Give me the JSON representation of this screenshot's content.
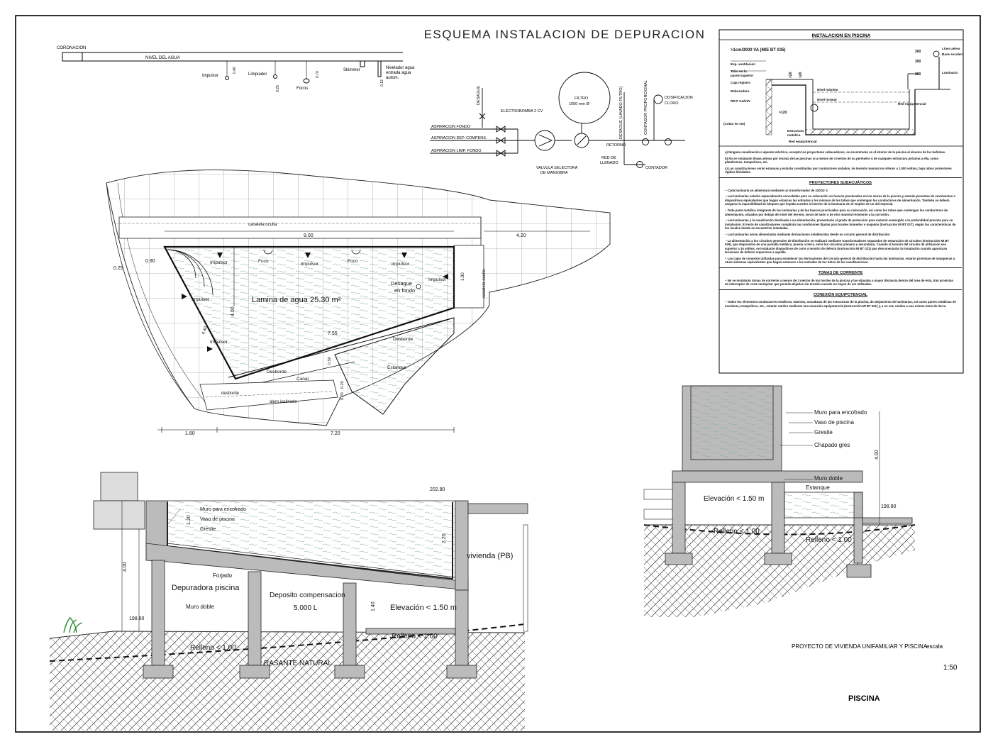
{
  "title": "ESQUEMA INSTALACION DE DEPURACION",
  "levels": {
    "coronacion": "CORONACION",
    "nivel_agua": "NIVEL DEL AGUA",
    "impulsor": "Impulsor",
    "limpiador": "Limpiador",
    "focos": "Focos",
    "skimmer": "Skimmer",
    "nivelador": [
      "Nivelador agua",
      "entrada agua",
      "autom."
    ],
    "dims": [
      "0.40",
      "0.25",
      "0.70",
      "0.12"
    ]
  },
  "schematic": {
    "desague": "DESAGUE",
    "electrobomba": "ELECTROBOMBA 2 CV",
    "aspiracion_fondo": "ASPIRACION FONDO",
    "aspiracion_dep": "ASPIRACION DEP. COMPENS.",
    "aspiracion_limp": "ASPIRACION LIMP. FONDO",
    "valvula": [
      "VALVULA SELECTORA",
      "DE MANIOBRA"
    ],
    "filtro": [
      "FILTRO",
      "1050 mm Ø"
    ],
    "desague_lavado": "DESAGUE (LAVADO FILTRO)",
    "contador_prop": "CONTADOR PROPORCIONAL",
    "dosificacion": [
      "DOSIFICACION",
      "CLORO"
    ],
    "retorno": "RETORNO",
    "red_llenado": [
      "RED DE",
      "LLENADO"
    ],
    "contador": "CONTADOR"
  },
  "plan": {
    "canaleta": "canaleta oculta",
    "canaleta_v": "canaleta oculta",
    "lamina": "Lamina de agua  25.30 m²",
    "desague_fondo": [
      "Desague",
      "en fondo"
    ],
    "impulsor": "Impulsor",
    "foco": "Foco",
    "desborde": "Desborde",
    "canal": "Canal",
    "estanque": "Estanque",
    "desborde_lat": "desborde",
    "alero": "alero inclinado",
    "dims": [
      "9.00",
      "4.20",
      "0.25",
      "0.90",
      "4.00",
      "4.40",
      "7.55",
      "1.80",
      "7.20",
      "1.80",
      "0.50",
      "0.20",
      "0.20"
    ]
  },
  "install": {
    "header": "INSTALACION EN PISCINA",
    "spec": ">1cm/3000 VA (MIE   BT 035)",
    "labels": [
      "Muro para encofrado",
      "Vaso de piscina",
      "Gresite",
      "Chapado gres"
    ],
    "left_labels": [
      "Esp. ventilacion",
      "Tubo en la",
      "pared superior",
      "Caja registro",
      "Rebosadero",
      "RR-F 0.6/1kV",
      "(Cotas en cm)"
    ],
    "right_labels": [
      "Linea aérea",
      "Base escalera",
      "Luminaria"
    ],
    "bottom_labels": [
      "Estructura",
      "metálica",
      "Red equipotencial"
    ],
    "mid_labels": [
      "Nivel máximo",
      "Nivel normal",
      "Red equipotencial"
    ],
    "dims": [
      "300",
      "300",
      "300",
      ">20",
      ">20",
      ">120"
    ]
  },
  "notes": {
    "general": [
      "a) Ninguna canalización o aparato eléctrico, excepto los proyectores subacuáticos, se encontrarán en el interior de la piscina al alcance de los bañistas.",
      "b) No se instalarán líneas aéreas por encima de las piscinas ni a menos de 3 metros de su perímetro o de cualquier estructura próxima a ella, como plataformas, trampolines, etc.",
      "c) Las canalizaciones serán estancas y estarán constituidas por conductores aislados, de tensión nominal no inferior a 1.000 voltios, bajo tubos protectores rígidos blindados."
    ],
    "proyectores_title": "PROYECTORES SUBACUÁTICOS",
    "proyectores": [
      "– Cada luminaria se alimentará mediante un transformador de 220/12 V.",
      "– Las luminarias estarán especialmente concebidas para su colocación en huecos practicados en los muros de la piscina y estarán provistas de envolventes o dispositivos equivalentes que hagan estancas las entradas a los mismos de los tubos que contengan los conductores de alimentación. También se deberá asegurar la imposibilidad de bloqueo que impida acceder al interior de la luminaria sin el empleo de un útil especial.",
      "– Toda parte metálica integrante de las luminarias y de los huecos practicados para su colocación, así como los tubos que contengan los conductores de alimentación, situados por debajo del nivel del terreno, serán de latón o de otro material resistente a la corrosión.",
      "– Las luminarias y la canalización destinada a su alimentación, presentarán el grado de protección para material sumergido a la profundidad prevista para su instalación. El resto de canalizaciones cumplirán las condiciones fijadas para locales húmedos o mojados (Instrucción MI BT 027), según las características de los locales donde se encuentren instaladas.",
      "– Las luminarias serán alimentadas mediante derivaciones establecidas desde un circuito general de distribución.",
      "– La alimentación a los circuitos generales de distribución se realizará mediante transformadores separados de separación de circuitos (Instrucción MI BT 029), que dispondrán de una pantalla metálica, puesta a tierra, entre los circuitos primario y secundario. Cuando la tensión del circuito de utilización sea superior a 15 voltios, se instalarán dispositivos de corte a tensión de defecto (Instrucción MI BT 021) que desconectarán la instalación cuando aparezcan tensiones de defecto superiores a aquélla.",
      "– Las cajas de conexión utilizadas para establecer las derivaciones del circuito general de distribución hasta las luminarias, estarán provistas de mangueras u otros sistemas equivalentes que hagan estancos a las entradas de los tubos de las canalizaciones."
    ],
    "tomas_title": "TOMAS DE CORRIENTE",
    "tomas": [
      "– No se instalarán tomas de corriente a menos de 3 metros de los bordes de la piscina y las situadas a mayor distancia dentro del área de ésta, irán provistas de interruptor de corte omnipolar que permita dejarlas sin tensión cuando no hayan de ser utilizadas."
    ],
    "conexion_title": "CONEXIÓN EQUIPOTENCIAL",
    "conexion": [
      "– Todos los elementos conductores metálicos, tuberías, armaduras de las estructuras de la piscina, de alojamiento de luminarias, así como partes metálicas de escaleras, trampolines, etc., estarán unidos mediante una conexión equipotencial (Instrucción MI BT 021) y, a su vez, unidos a una misma toma de tierra."
    ]
  },
  "section_right": {
    "labels": [
      "Muro para encofrado",
      "Vaso de piscina",
      "Gresite",
      "Chapado gres",
      "Muro doble",
      "Estanque"
    ],
    "elevacion": "Elevación < 1.50 m",
    "relleno1": "Relleno < 1.00",
    "relleno2": "Relleno < 1.00",
    "dim": "4.00",
    "level": "198.80"
  },
  "section_left": {
    "labels": [
      "Muro para encofrado",
      "Vaso de piscina",
      "Gresite"
    ],
    "level_top": "202.80",
    "level_bottom": "198.80",
    "forjado": "Forjado",
    "depuradora": "Depuradora piscina",
    "muro_doble": "Muro doble",
    "deposito": [
      "Deposito compensacion",
      "5.000 L"
    ],
    "vivienda": "vivienda (PB)",
    "elevacion": "Elevación < 1.50 m",
    "relleno1": "Relleno < 1.00",
    "relleno2": "Relleno < 1.00",
    "rasante": "RASANTE NATURAL",
    "dims": [
      "1.20",
      "2.20",
      "4.00",
      "1.40"
    ]
  },
  "titleblock": {
    "proyecto": "PROYECTO DE VIVIENDA UNIFAMILIAR Y PISCINA",
    "escala_label": "escala",
    "escala": "1:50",
    "nombre": "PISCINA"
  }
}
